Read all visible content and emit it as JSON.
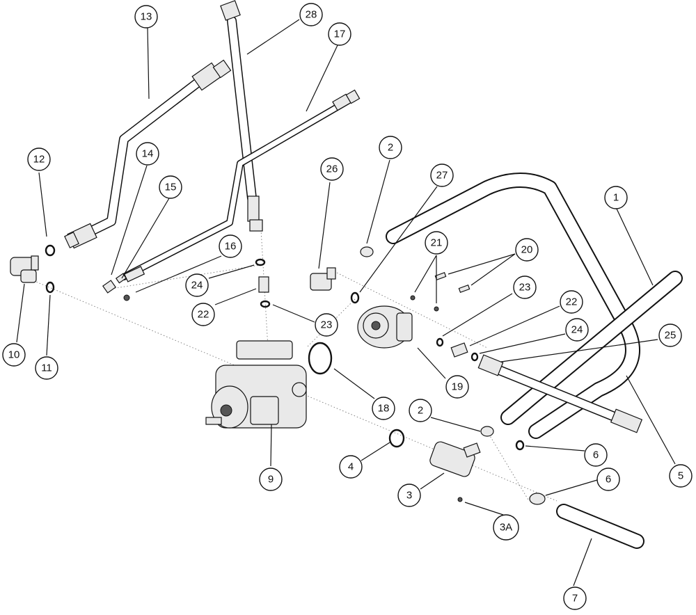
{
  "diagram": {
    "callouts": [
      {
        "id": "c13",
        "label": "13"
      },
      {
        "id": "c28",
        "label": "28"
      },
      {
        "id": "c17",
        "label": "17"
      },
      {
        "id": "c12",
        "label": "12"
      },
      {
        "id": "c14",
        "label": "14"
      },
      {
        "id": "c15",
        "label": "15"
      },
      {
        "id": "c16",
        "label": "16"
      },
      {
        "id": "c24a",
        "label": "24"
      },
      {
        "id": "c22a",
        "label": "22"
      },
      {
        "id": "c23a",
        "label": "23"
      },
      {
        "id": "c10",
        "label": "10"
      },
      {
        "id": "c11",
        "label": "11"
      },
      {
        "id": "c26",
        "label": "26"
      },
      {
        "id": "c2a",
        "label": "2"
      },
      {
        "id": "c27",
        "label": "27"
      },
      {
        "id": "c21",
        "label": "21"
      },
      {
        "id": "c20",
        "label": "20"
      },
      {
        "id": "c23b",
        "label": "23"
      },
      {
        "id": "c22b",
        "label": "22"
      },
      {
        "id": "c24b",
        "label": "24"
      },
      {
        "id": "c1",
        "label": "1"
      },
      {
        "id": "c25",
        "label": "25"
      },
      {
        "id": "c19",
        "label": "19"
      },
      {
        "id": "c18",
        "label": "18"
      },
      {
        "id": "c9",
        "label": "9"
      },
      {
        "id": "c2b",
        "label": "2"
      },
      {
        "id": "c4",
        "label": "4"
      },
      {
        "id": "c6a",
        "label": "6"
      },
      {
        "id": "c6b",
        "label": "6"
      },
      {
        "id": "c3",
        "label": "3"
      },
      {
        "id": "c3A",
        "label": "3A"
      },
      {
        "id": "c5",
        "label": "5"
      },
      {
        "id": "c7",
        "label": "7"
      }
    ]
  }
}
